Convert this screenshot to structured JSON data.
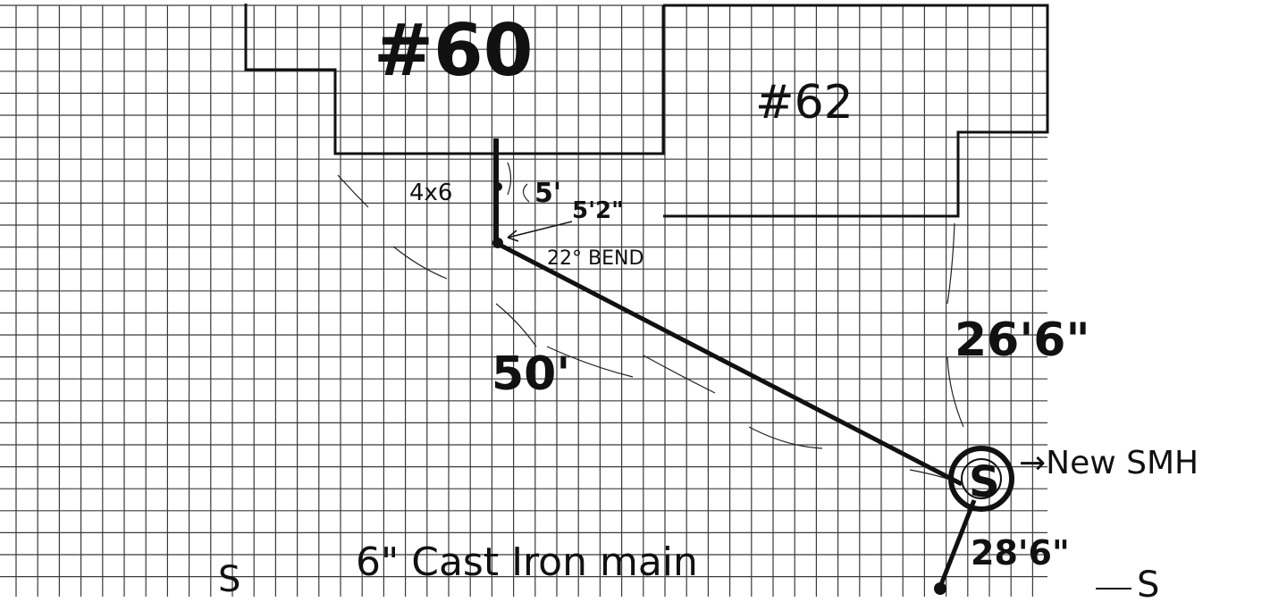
{
  "labels": {
    "building_60": "#60",
    "building_62": "#62",
    "fitting": "4x6",
    "dim_5ft": "5'",
    "dim_5ft2": "5'2\"",
    "bend": "22° BEND",
    "run_length": "50'",
    "dim_26ft6": "26'6\"",
    "manhole_symbol": "S",
    "manhole_note": "→New SMH",
    "dim_28ft6": "28'6\"",
    "main_label": "6\" Cast Iron main",
    "main_s_left": "S",
    "main_s_right": "S"
  },
  "colors": {
    "ink": "#111111",
    "grid": "#3a3a3a",
    "paper": "#ffffff"
  }
}
